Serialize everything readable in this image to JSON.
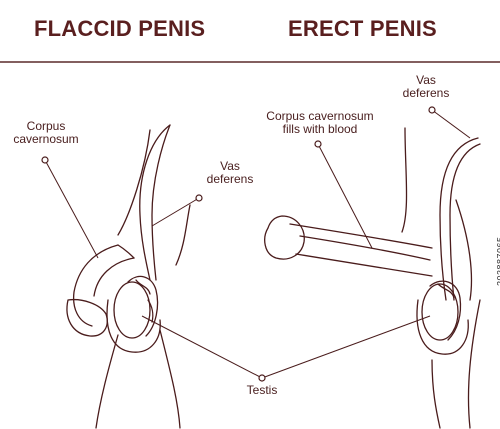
{
  "titles": {
    "left": "FLACCID PENIS",
    "right": "ERECT PENIS"
  },
  "labels": {
    "corpus_left_1": "Corpus",
    "corpus_left_2": "cavernosum",
    "vas_left_1": "Vas",
    "vas_left_2": "deferens",
    "corpus_right_1": "Corpus cavernosum",
    "corpus_right_2": "fills with blood",
    "vas_right_1": "Vas",
    "vas_right_2": "deferens",
    "testis": "Testis"
  },
  "watermark": "203887065",
  "colors": {
    "title": "#5a1f1f",
    "line": "#4a1c1c",
    "border": "#5a2a2a"
  }
}
